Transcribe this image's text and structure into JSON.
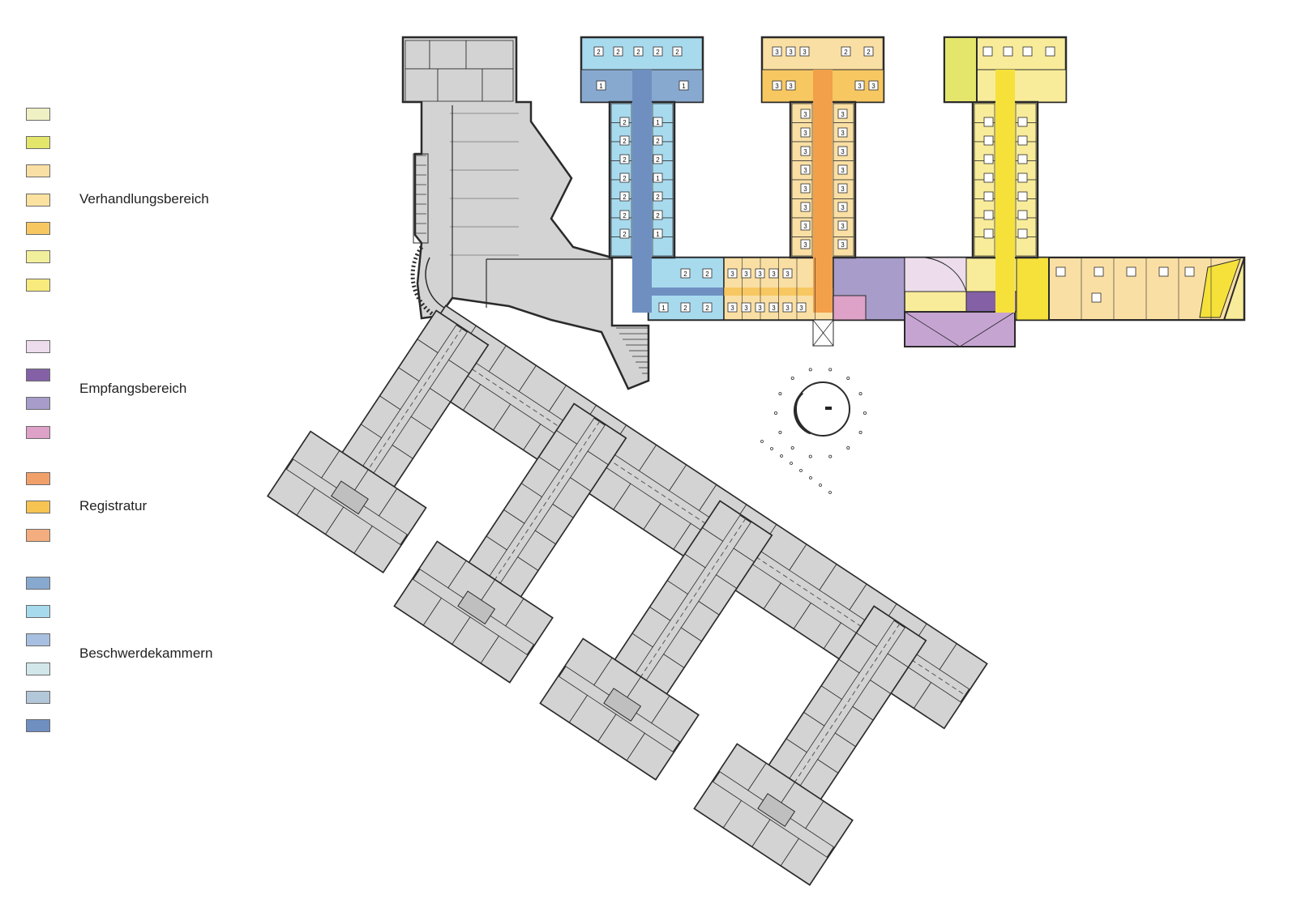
{
  "legend": {
    "groups": [
      {
        "label": "Verhandlungsbereich",
        "swatches": [
          "#eff0c4",
          "#e4e66c",
          "#fadfa4",
          "#fbe2a0",
          "#f7c862",
          "#f2ef9c",
          "#f8ea7c"
        ]
      },
      {
        "label": "Empfangsbereich",
        "swatches": [
          "#ecdcec",
          "#8461a6",
          "#a79cca",
          "#dea1c8"
        ]
      },
      {
        "label": "Registratur",
        "swatches": [
          "#f2a06a",
          "#f7c452",
          "#f3ad7e"
        ]
      },
      {
        "label": "Beschwerdekammern",
        "swatches": [
          "#88a9cf",
          "#a8daee",
          "#a7bfe0",
          "#d2e7ea",
          "#b2c7da",
          "#6f8fc1"
        ]
      }
    ]
  },
  "plan": {
    "colors": {
      "grey": "#d3d3d3",
      "wall": "#2a2a2a",
      "blue_room": "#a8daee",
      "blue_corridor": "#6f8fc1",
      "blue_mid": "#88a9cf",
      "orange_room": "#fadfa4",
      "orange_corridor": "#f2a04a",
      "orange_mid": "#f7c862",
      "yellow_room": "#f8ec9a",
      "yellow_corridor": "#f5e13a",
      "yellow_dark": "#e4e66c",
      "purple_light": "#ecdcec",
      "purple_dark": "#8461a6",
      "purple_mid": "#a79cca",
      "pink": "#dea1c8",
      "purple_block": "#c6a4d2"
    },
    "room_labels": [
      "1",
      "2",
      "3"
    ]
  }
}
